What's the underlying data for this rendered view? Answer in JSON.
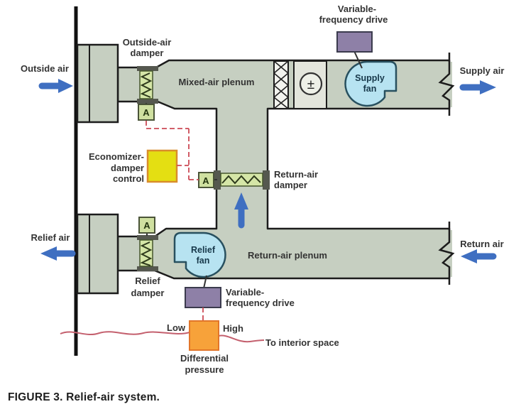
{
  "figure": {
    "caption": "FIGURE 3. Relief-air system."
  },
  "labels": {
    "outside_air": "Outside air",
    "outside_damper_l1": "Outside-air",
    "outside_damper_l2": "damper",
    "mixed_plenum": "Mixed-air plenum",
    "vfd_top_l1": "Variable-",
    "vfd_top_l2": "frequency drive",
    "supply_air": "Supply air",
    "supply_fan_l1": "Supply",
    "supply_fan_l2": "fan",
    "economizer_l1": "Economizer-",
    "economizer_l2": "damper",
    "economizer_l3": "control",
    "return_damper_l1": "Return-air",
    "return_damper_l2": "damper",
    "relief_air": "Relief air",
    "relief_fan_l1": "Relief",
    "relief_fan_l2": "fan",
    "return_air": "Return air",
    "return_plenum": "Return-air plenum",
    "relief_damper_l1": "Relief",
    "relief_damper_l2": "damper",
    "vfd_bottom_l1": "Variable-",
    "vfd_bottom_l2": "frequency drive",
    "low": "Low",
    "high": "High",
    "diff_pressure_l1": "Differential",
    "diff_pressure_l2": "pressure",
    "to_interior": "To interior space",
    "sensor_symbol": "±",
    "actuator": "A"
  },
  "colors": {
    "duct": "#c6cfc1",
    "damper_strip": "#d5e6a7",
    "actuator_box": "#cfe0a0",
    "fan": "#b7e3f1",
    "economizer": "#e4df12",
    "economizer_border": "#d98d2b",
    "vfd": "#8e80a7",
    "diff_pressure": "#f7a23a",
    "arrow_blue": "#3f6fc1",
    "control_dashed_red": "#cc4a55",
    "wavy_red": "#c4606e",
    "outline": "#1c1c1c",
    "sensor_section": "#e3e5dc"
  }
}
